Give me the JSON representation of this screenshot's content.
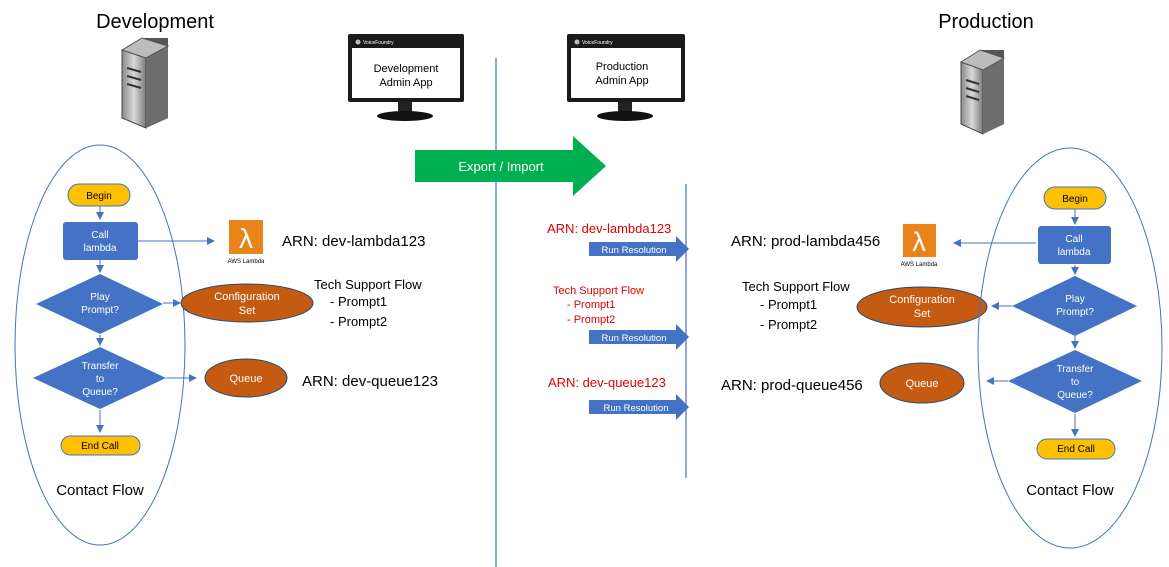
{
  "development": {
    "title": "Development",
    "admin_app": {
      "brand": "VoiceFoundry",
      "line1": "Development",
      "line2": "Admin App"
    },
    "flow_label": "Contact Flow",
    "nodes": {
      "begin": "Begin",
      "call_lambda": [
        "Call",
        "lambda"
      ],
      "play_prompt": [
        "Play",
        "Prompt?"
      ],
      "transfer": [
        "Transfer",
        "to",
        "Queue?"
      ],
      "end_call": "End Call"
    },
    "aws_lambda_label": "AWS Lambda",
    "lambda_arn": "ARN: dev-lambda123",
    "config_set": [
      "Configuration",
      "Set"
    ],
    "tech_support": [
      "Tech Support Flow",
      "- Prompt1",
      "- Prompt2"
    ],
    "queue": "Queue",
    "queue_arn": "ARN: dev-queue123"
  },
  "production": {
    "title": "Production",
    "admin_app": {
      "brand": "VoiceFoundry",
      "line1": "Production",
      "line2": "Admin App"
    },
    "flow_label": "Contact Flow",
    "nodes": {
      "begin": "Begin",
      "call_lambda": [
        "Call",
        "lambda"
      ],
      "play_prompt": [
        "Play",
        "Prompt?"
      ],
      "transfer": [
        "Transfer",
        "to",
        "Queue?"
      ],
      "end_call": "End Call"
    },
    "aws_lambda_label": "AWS Lambda",
    "lambda_arn": "ARN: prod-lambda456",
    "config_set": [
      "Configuration",
      "Set"
    ],
    "tech_support": [
      "Tech Support Flow",
      "- Prompt1",
      "- Prompt2"
    ],
    "queue": "Queue",
    "queue_arn": "ARN: prod-queue456"
  },
  "export_import": "Export / Import",
  "resolution": {
    "lambda_arn": "ARN: dev-lambda123",
    "tech_support": [
      "Tech Support Flow",
      "- Prompt1",
      "- Prompt2"
    ],
    "queue_arn": "ARN: dev-queue123",
    "run_label": "Run Resolution"
  },
  "colors": {
    "flow_blue": "#4472c4",
    "begin_yellow": "#ffc000",
    "orange_node": "#c55a11",
    "export_green": "#00b050",
    "lambda_orange": "#e8841a",
    "red_text": "#e00000"
  }
}
